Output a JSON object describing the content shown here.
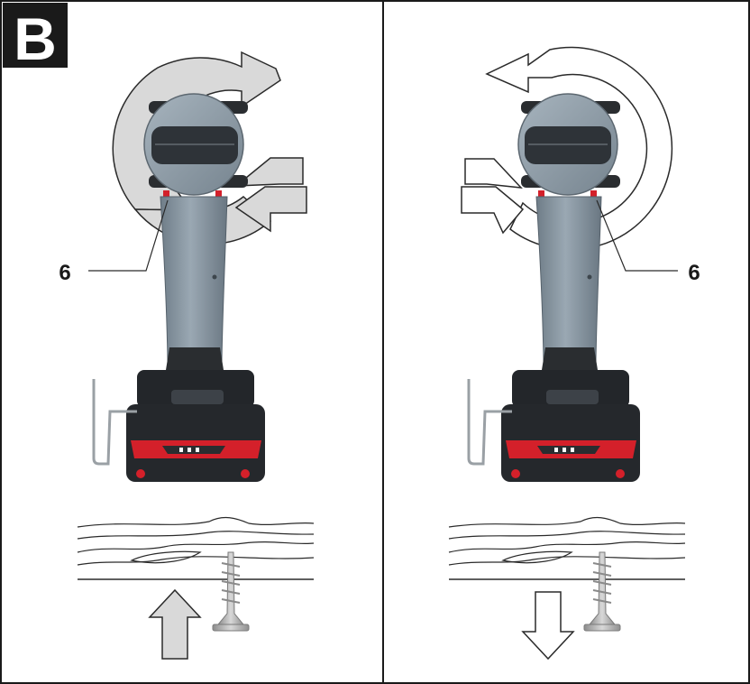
{
  "figure": {
    "badge_letter": "B",
    "panels": [
      {
        "id": "left",
        "callout": "6",
        "rotation": "clockwise",
        "direction_arrow": "up"
      },
      {
        "id": "right",
        "callout": "6",
        "rotation": "counter-clockwise",
        "direction_arrow": "down"
      }
    ]
  },
  "colors": {
    "border": "#1a1a1a",
    "badge_bg": "#1a1a1a",
    "badge_fg": "#ffffff",
    "drill_body": "#8c9aa5",
    "drill_dark": "#2a2d30",
    "battery_red": "#d4202a",
    "arrow_fill_left": "#d9d9d9",
    "screw": "#b8b8b8"
  }
}
